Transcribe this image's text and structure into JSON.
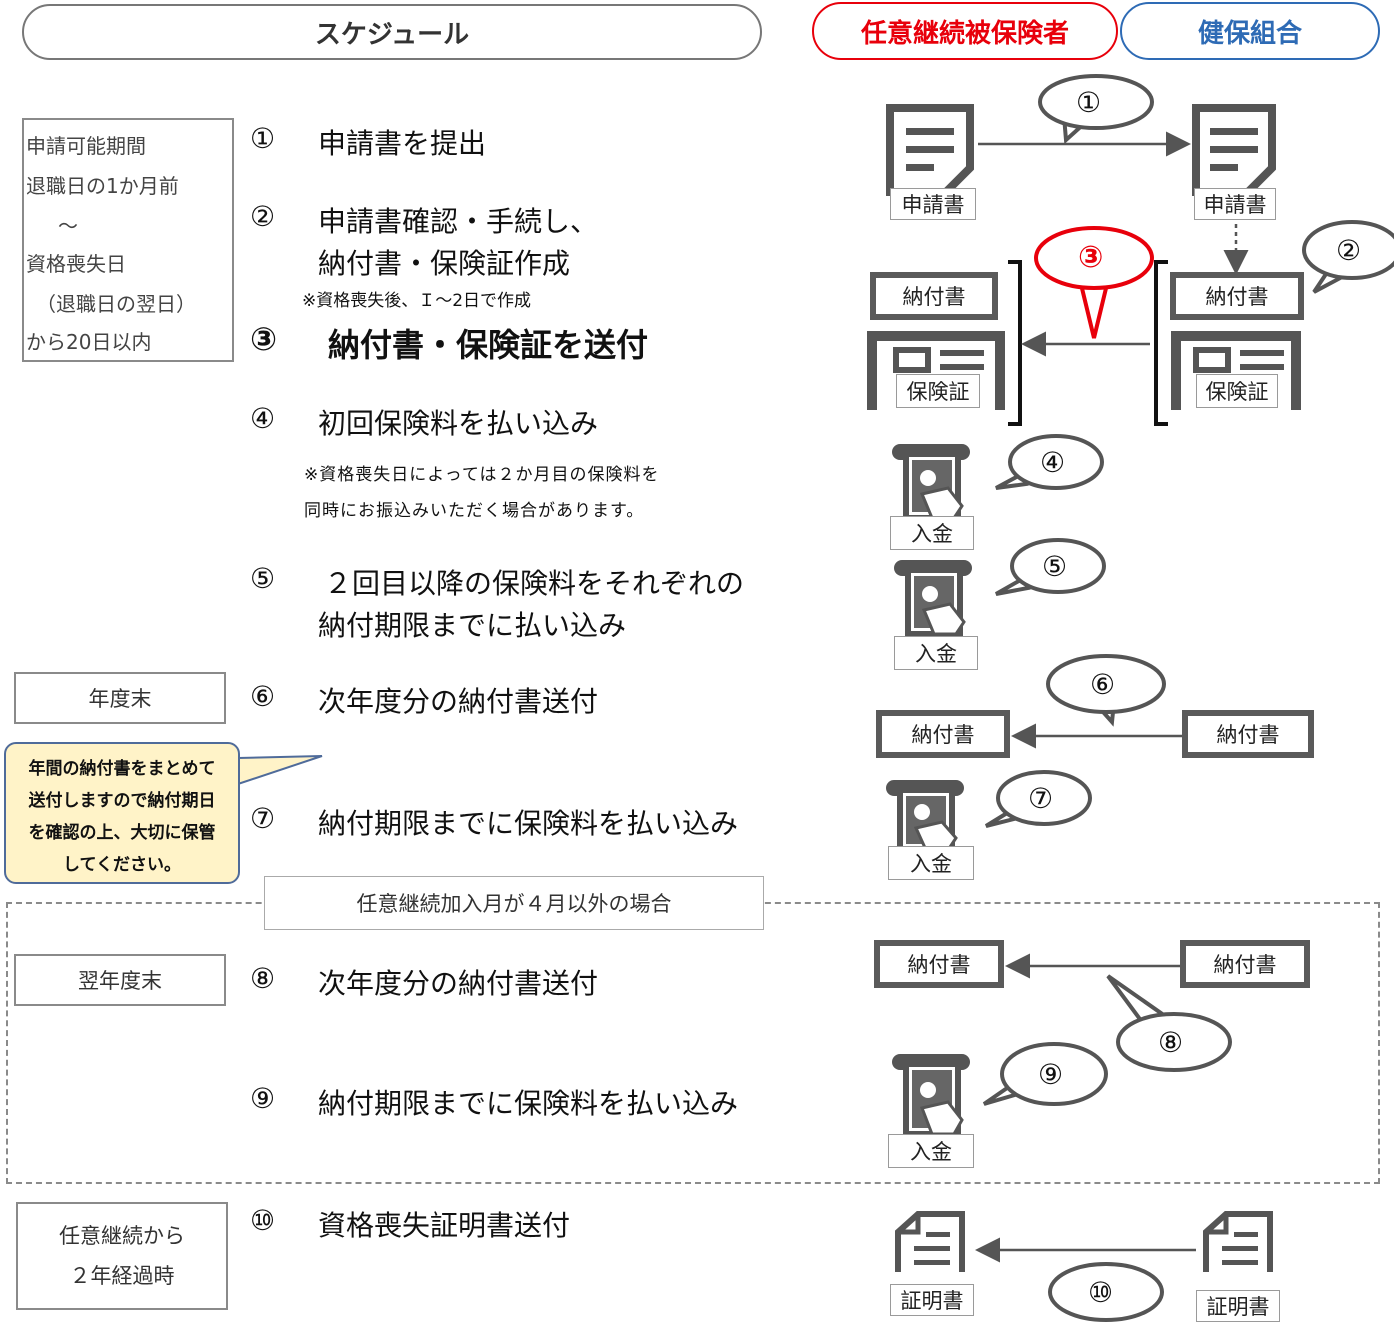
{
  "header": {
    "schedule": "スケジュール",
    "insured": "任意継続被保険者",
    "union": "健保組合"
  },
  "period_box": {
    "lines": [
      "申請可能期間",
      "退職日の1か月前",
      "～",
      "資格喪失日",
      "（退職日の翌日）",
      "から20日以内"
    ]
  },
  "side_labels": {
    "fiscal_end": "年度末",
    "next_fiscal_end": "翌年度末",
    "two_years_l1": "任意継続から",
    "two_years_l2": "２年経過時"
  },
  "steps": [
    {
      "num": "①",
      "lines": [
        "申請書を提出"
      ]
    },
    {
      "num": "②",
      "lines": [
        "申請書確認・手続し、",
        "納付書・保険証作成"
      ],
      "note": "※資格喪失後、Ｉ～2日で作成"
    },
    {
      "num": "③",
      "lines": [
        "納付書・保険証を送付"
      ]
    },
    {
      "num": "④",
      "lines": [
        "初回保険料を払い込み"
      ],
      "note_lines": [
        "※資格喪失日によっては２か月目の保険料を",
        "同時にお振込みいただく場合があります。"
      ]
    },
    {
      "num": "⑤",
      "lines": [
        "２回目以降の保険料をそれぞれの",
        "納付期限までに払い込み"
      ]
    },
    {
      "num": "⑥",
      "lines": [
        "次年度分の納付書送付"
      ]
    },
    {
      "num": "⑦",
      "lines": [
        "納付期限までに保険料を払い込み"
      ]
    },
    {
      "num": "⑧",
      "lines": [
        "次年度分の納付書送付"
      ]
    },
    {
      "num": "⑨",
      "lines": [
        "納付期限までに保険料を払い込み"
      ]
    },
    {
      "num": "⑩",
      "lines": [
        "資格喪失証明書送付"
      ]
    }
  ],
  "condition_label": "任意継続加入月が４月以外の場合",
  "yellow_note": [
    "年間の納付書をまとめて",
    "送付しますので納付期日",
    "を確認の上、大切に保管",
    "してください。"
  ],
  "diagram": {
    "application_form": "申請書",
    "payment_slip": "納付書",
    "insurance_card": "保険証",
    "deposit": "入金",
    "certificate": "証明書",
    "bubbles": [
      "①",
      "②",
      "③",
      "④",
      "⑤",
      "⑥",
      "⑦",
      "⑧",
      "⑨",
      "⑩"
    ]
  },
  "colors": {
    "insured": "#e8000b",
    "union": "#2e6bb5",
    "border": "#777777",
    "note_bg": "#fff3c8"
  }
}
